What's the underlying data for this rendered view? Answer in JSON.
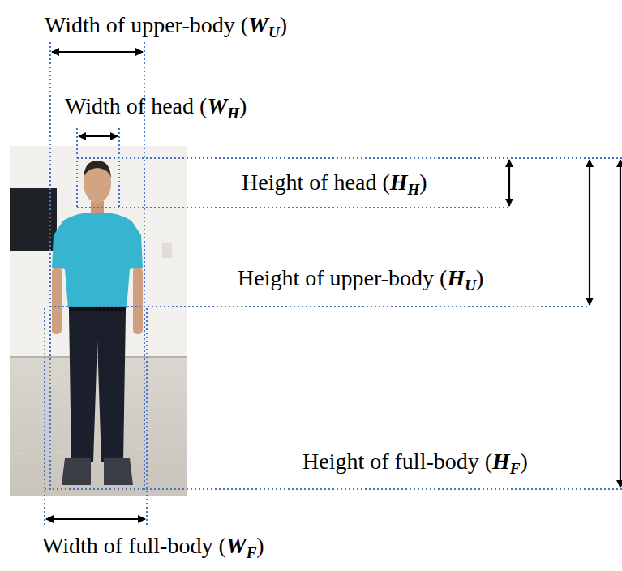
{
  "diagram": {
    "labels": [
      "Width of upper-body (WU)",
      "Width of head (WH)",
      "Height of head (HH)",
      "Height of upper-body (HU)",
      "Height of full-body (HF)",
      "Width of full-body (WF)"
    ]
  }
}
